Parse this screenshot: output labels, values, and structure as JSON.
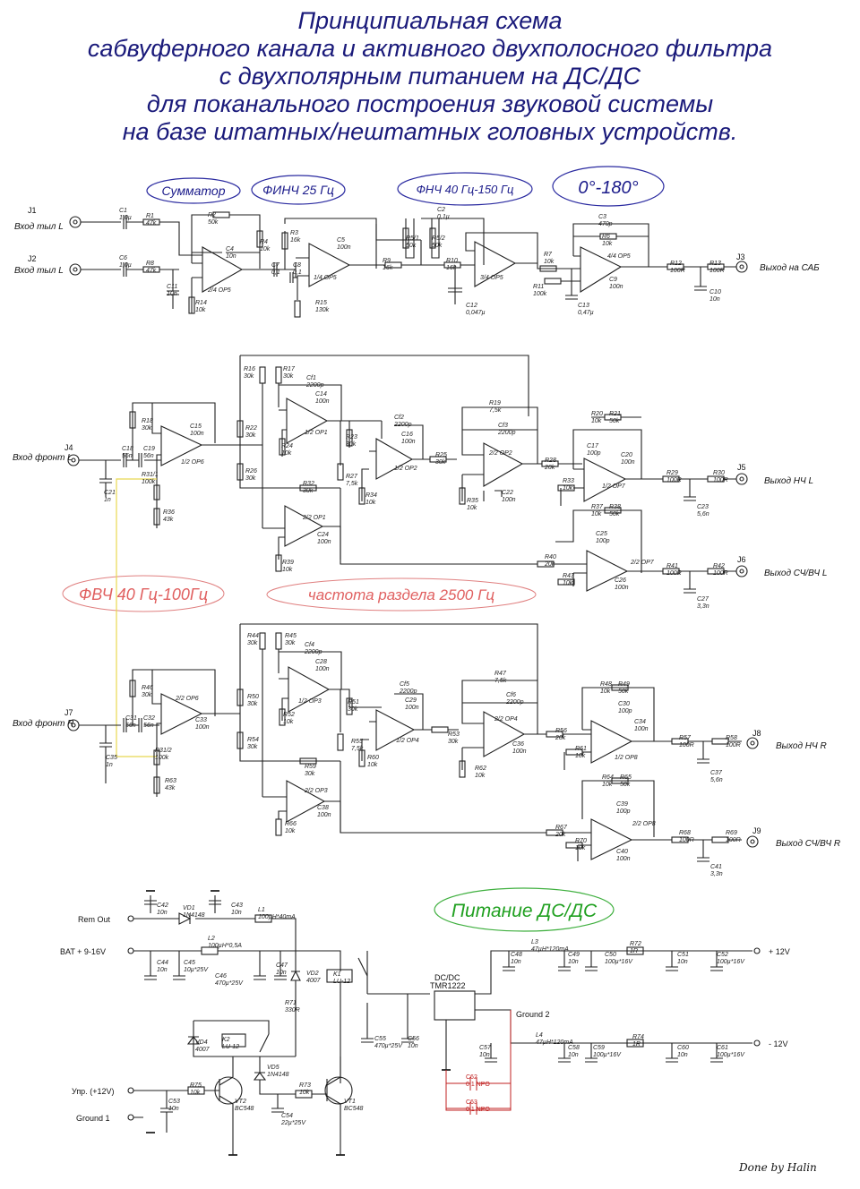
{
  "title": {
    "line1": "Принципиальная схема",
    "line2": "сабвуферного канала и активного двухполосного фильтра",
    "line3": "с двухполярным питанием на ДС/ДС",
    "line4": "для поканального построения звуковой системы",
    "line5": "на базе штатных/нештатных  головных устройств."
  },
  "blocks": {
    "summator": "Сумматор",
    "finch": "ФИНЧ 25 Гц",
    "fnch": "ФНЧ  40 Гц-150 Гц",
    "phase": "0°-180°",
    "fvch": "ФВЧ   40 Гц-100Гц",
    "crossover": "частота раздела 2500 Гц",
    "power": "Питание ДС/ДС"
  },
  "connectors": {
    "j1": "J1",
    "j1_label": "Вход тыл L",
    "j2": "J2",
    "j2_label": "Вход тыл L",
    "j3": "J3",
    "j3_label": "Выход на САБ",
    "j4": "J4",
    "j4_label": "Вход фронт L",
    "j5": "J5",
    "j5_label": "Выход НЧ L",
    "j6": "J6",
    "j6_label": "Выход СЧ/ВЧ L",
    "j7": "J7",
    "j7_label": "Вход фронт R",
    "j8": "J8",
    "j8_label": "Выход НЧ R",
    "j9": "J9",
    "j9_label": "Выход СЧ/ВЧ R"
  },
  "sub_parts": [
    {
      "ref": "C1",
      "val": "1,0µ"
    },
    {
      "ref": "R1",
      "val": "47k"
    },
    {
      "ref": "C6",
      "val": "1,0µ"
    },
    {
      "ref": "R8",
      "val": "47k"
    },
    {
      "ref": "C11",
      "val": "10n"
    },
    {
      "ref": "R2",
      "val": "50k"
    },
    {
      "ref": "R4",
      "val": "10k"
    },
    {
      "ref": "C4",
      "val": "10n"
    },
    {
      "ref": "R14",
      "val": "10k"
    },
    {
      "ref": "OP5a",
      "val": "2/4 OP5"
    },
    {
      "ref": "C7",
      "val": "0,1"
    },
    {
      "ref": "C8",
      "val": "0,1"
    },
    {
      "ref": "R3",
      "val": "16k"
    },
    {
      "ref": "C5",
      "val": "100n"
    },
    {
      "ref": "OP5b",
      "val": "1/4 OP5"
    },
    {
      "ref": "R15",
      "val": "130k"
    },
    {
      "ref": "R9",
      "val": "16k"
    },
    {
      "ref": "C2",
      "val": "0,1µ"
    },
    {
      "ref": "R5/1",
      "val": "50k"
    },
    {
      "ref": "R5/2",
      "val": "50k"
    },
    {
      "ref": "R10",
      "val": "16k"
    },
    {
      "ref": "C12",
      "val": "0,047µ"
    },
    {
      "ref": "OP5c",
      "val": "3/4 OP5"
    },
    {
      "ref": "C3",
      "val": "470p"
    },
    {
      "ref": "R6",
      "val": "10k"
    },
    {
      "ref": "R7",
      "val": "10k"
    },
    {
      "ref": "R11",
      "val": "100k"
    },
    {
      "ref": "C13",
      "val": "0,47µ"
    },
    {
      "ref": "C9",
      "val": "100n"
    },
    {
      "ref": "OP5d",
      "val": "4/4 OP5"
    },
    {
      "ref": "R12",
      "val": "100R"
    },
    {
      "ref": "C10",
      "val": "10n"
    },
    {
      "ref": "R13",
      "val": "100R"
    }
  ],
  "front_l_parts": [
    {
      "ref": "R18",
      "val": "30k"
    },
    {
      "ref": "C15",
      "val": "100n"
    },
    {
      "ref": "OP6a",
      "val": "1/2 OP6"
    },
    {
      "ref": "C18",
      "val": "56n"
    },
    {
      "ref": "C19",
      "val": "56n"
    },
    {
      "ref": "C21",
      "val": "1n"
    },
    {
      "ref": "R31/1",
      "val": "100k"
    },
    {
      "ref": "R36",
      "val": "43k"
    },
    {
      "ref": "R16",
      "val": "30k"
    },
    {
      "ref": "R17",
      "val": "30k"
    },
    {
      "ref": "Cf1",
      "val": "2200p"
    },
    {
      "ref": "C14",
      "val": "100n"
    },
    {
      "ref": "OP1a",
      "val": "1/2 OP1"
    },
    {
      "ref": "R22",
      "val": "30k"
    },
    {
      "ref": "R24",
      "val": "10k"
    },
    {
      "ref": "R26",
      "val": "30k"
    },
    {
      "ref": "R32",
      "val": "30k"
    },
    {
      "ref": "R23",
      "val": "30k"
    },
    {
      "ref": "Cf2",
      "val": "2200p"
    },
    {
      "ref": "C16",
      "val": "100n"
    },
    {
      "ref": "OP2a",
      "val": "1/2 OP2"
    },
    {
      "ref": "R27",
      "val": "7,5k"
    },
    {
      "ref": "R34",
      "val": "10k"
    },
    {
      "ref": "R25",
      "val": "30k"
    },
    {
      "ref": "R19",
      "val": "7,5k"
    },
    {
      "ref": "Cf3",
      "val": "2200p"
    },
    {
      "ref": "OP2b",
      "val": "2/2 OP2"
    },
    {
      "ref": "R35",
      "val": "10k"
    },
    {
      "ref": "C22",
      "val": "100n"
    },
    {
      "ref": "OP1b",
      "val": "2/2 OP1"
    },
    {
      "ref": "C24",
      "val": "100n"
    },
    {
      "ref": "R39",
      "val": "10k"
    },
    {
      "ref": "R20",
      "val": "10k"
    },
    {
      "ref": "R21",
      "val": "50k"
    },
    {
      "ref": "C17",
      "val": "100p"
    },
    {
      "ref": "C20",
      "val": "100n"
    },
    {
      "ref": "R28",
      "val": "20k"
    },
    {
      "ref": "R33",
      "val": "10k"
    },
    {
      "ref": "OP7a",
      "val": "1/2 OP7"
    },
    {
      "ref": "R29",
      "val": "100R"
    },
    {
      "ref": "C23",
      "val": "5,6n"
    },
    {
      "ref": "R30",
      "val": "100R"
    },
    {
      "ref": "R37",
      "val": "10k"
    },
    {
      "ref": "R38",
      "val": "50k"
    },
    {
      "ref": "C25",
      "val": "100p"
    },
    {
      "ref": "R40",
      "val": "20k"
    },
    {
      "ref": "R43",
      "val": "10k"
    },
    {
      "ref": "C26",
      "val": "100n"
    },
    {
      "ref": "OP7b",
      "val": "2/2 OP7"
    },
    {
      "ref": "R41",
      "val": "100R"
    },
    {
      "ref": "C27",
      "val": "3,3n"
    },
    {
      "ref": "R42",
      "val": "100R"
    }
  ],
  "front_r_parts": [
    {
      "ref": "R46",
      "val": "30k"
    },
    {
      "ref": "OP6b",
      "val": "2/2 OP6"
    },
    {
      "ref": "C31",
      "val": "56n"
    },
    {
      "ref": "C32",
      "val": "56n"
    },
    {
      "ref": "C33",
      "val": "100n"
    },
    {
      "ref": "C35",
      "val": "1n"
    },
    {
      "ref": "R31/2",
      "val": "100k"
    },
    {
      "ref": "R63",
      "val": "43k"
    },
    {
      "ref": "R44",
      "val": "30k"
    },
    {
      "ref": "R45",
      "val": "30k"
    },
    {
      "ref": "Cf4",
      "val": "2200p"
    },
    {
      "ref": "C28",
      "val": "100n"
    },
    {
      "ref": "OP3a",
      "val": "1/2 OP3"
    },
    {
      "ref": "R50",
      "val": "30k"
    },
    {
      "ref": "R52",
      "val": "10k"
    },
    {
      "ref": "R54",
      "val": "30k"
    },
    {
      "ref": "R59",
      "val": "30k"
    },
    {
      "ref": "R51",
      "val": "30k"
    },
    {
      "ref": "Cf5",
      "val": "2200p"
    },
    {
      "ref": "C29",
      "val": "100n"
    },
    {
      "ref": "OP4a",
      "val": "1/2 OP4"
    },
    {
      "ref": "R55",
      "val": "7,5k"
    },
    {
      "ref": "R60",
      "val": "10k"
    },
    {
      "ref": "R53",
      "val": "30k"
    },
    {
      "ref": "R47",
      "val": "7,5k"
    },
    {
      "ref": "Cf6",
      "val": "2200p"
    },
    {
      "ref": "OP4b",
      "val": "2/2 OP4"
    },
    {
      "ref": "R62",
      "val": "10k"
    },
    {
      "ref": "C36",
      "val": "100n"
    },
    {
      "ref": "OP3b",
      "val": "2/2 OP3"
    },
    {
      "ref": "C38",
      "val": "100n"
    },
    {
      "ref": "R66",
      "val": "10k"
    },
    {
      "ref": "R48",
      "val": "10k"
    },
    {
      "ref": "R49",
      "val": "50k"
    },
    {
      "ref": "C30",
      "val": "100p"
    },
    {
      "ref": "C34",
      "val": "100n"
    },
    {
      "ref": "R56",
      "val": "20k"
    },
    {
      "ref": "R61",
      "val": "10k"
    },
    {
      "ref": "OP8a",
      "val": "1/2 OP8"
    },
    {
      "ref": "R57",
      "val": "100R"
    },
    {
      "ref": "C37",
      "val": "5,6n"
    },
    {
      "ref": "R58",
      "val": "100R"
    },
    {
      "ref": "R64",
      "val": "10k"
    },
    {
      "ref": "R65",
      "val": "50k"
    },
    {
      "ref": "C39",
      "val": "100p"
    },
    {
      "ref": "R67",
      "val": "20k"
    },
    {
      "ref": "R70",
      "val": "10k"
    },
    {
      "ref": "C40",
      "val": "100n"
    },
    {
      "ref": "OP8b",
      "val": "2/2 OP8"
    },
    {
      "ref": "R68",
      "val": "100R"
    },
    {
      "ref": "C41",
      "val": "3,3n"
    },
    {
      "ref": "R69",
      "val": "100R"
    }
  ],
  "power": {
    "rem_out": "Rem Out",
    "bat": "BAT + 9-16V",
    "upr": "Упр. (+12V)",
    "ground1": "Ground 1",
    "ground2": "Ground 2",
    "plus12": "+ 12V",
    "minus12": "- 12V",
    "dcdc_title": "DC/DC",
    "dcdc_model": "TMR1222",
    "relay_type": "LU-12",
    "parts": [
      {
        "ref": "C42",
        "val": "10n"
      },
      {
        "ref": "VD1",
        "val": "1N4148"
      },
      {
        "ref": "C43",
        "val": "10n"
      },
      {
        "ref": "L1",
        "val": "100µH*40mA"
      },
      {
        "ref": "L2",
        "val": "100µH*0,5A"
      },
      {
        "ref": "C44",
        "val": "10n"
      },
      {
        "ref": "C45",
        "val": "10µ*25V"
      },
      {
        "ref": "C46",
        "val": "470µ*25V"
      },
      {
        "ref": "C47",
        "val": "10n"
      },
      {
        "ref": "VD2",
        "val": "4007"
      },
      {
        "ref": "K1",
        "val": "LU-12"
      },
      {
        "ref": "R71",
        "val": "330R"
      },
      {
        "ref": "VD4",
        "val": "4007"
      },
      {
        "ref": "K2",
        "val": "LU-12"
      },
      {
        "ref": "VD5",
        "val": "1N4148"
      },
      {
        "ref": "C55",
        "val": "470µ*25V"
      },
      {
        "ref": "C56",
        "val": "10n"
      },
      {
        "ref": "C48",
        "val": "10n"
      },
      {
        "ref": "L3",
        "val": "47µH*120mA"
      },
      {
        "ref": "C49",
        "val": "10n"
      },
      {
        "ref": "C50",
        "val": "100µ*16V"
      },
      {
        "ref": "R72",
        "val": "1R"
      },
      {
        "ref": "C51",
        "val": "10n"
      },
      {
        "ref": "C52",
        "val": "100µ*16V"
      },
      {
        "ref": "C57",
        "val": "10n"
      },
      {
        "ref": "L4",
        "val": "47µH*120mA"
      },
      {
        "ref": "C58",
        "val": "10n"
      },
      {
        "ref": "C59",
        "val": "100µ*16V"
      },
      {
        "ref": "R74",
        "val": "1R"
      },
      {
        "ref": "C60",
        "val": "10n"
      },
      {
        "ref": "C61",
        "val": "100µ*16V"
      },
      {
        "ref": "C62",
        "val": "0,1 NPO"
      },
      {
        "ref": "C63",
        "val": "0,1 NPO"
      },
      {
        "ref": "R75",
        "val": "10k"
      },
      {
        "ref": "VT2",
        "val": "BC548"
      },
      {
        "ref": "C53",
        "val": "10n"
      },
      {
        "ref": "R73",
        "val": "10k"
      },
      {
        "ref": "C54",
        "val": "22µ*25V"
      },
      {
        "ref": "VT1",
        "val": "BC548"
      }
    ]
  },
  "signature": "Done by Halin",
  "colors": {
    "title": "#1a1a7a",
    "bubble": "#2a2aa0",
    "pink": "#e06060",
    "green": "#20a020",
    "red": "#c02020"
  }
}
